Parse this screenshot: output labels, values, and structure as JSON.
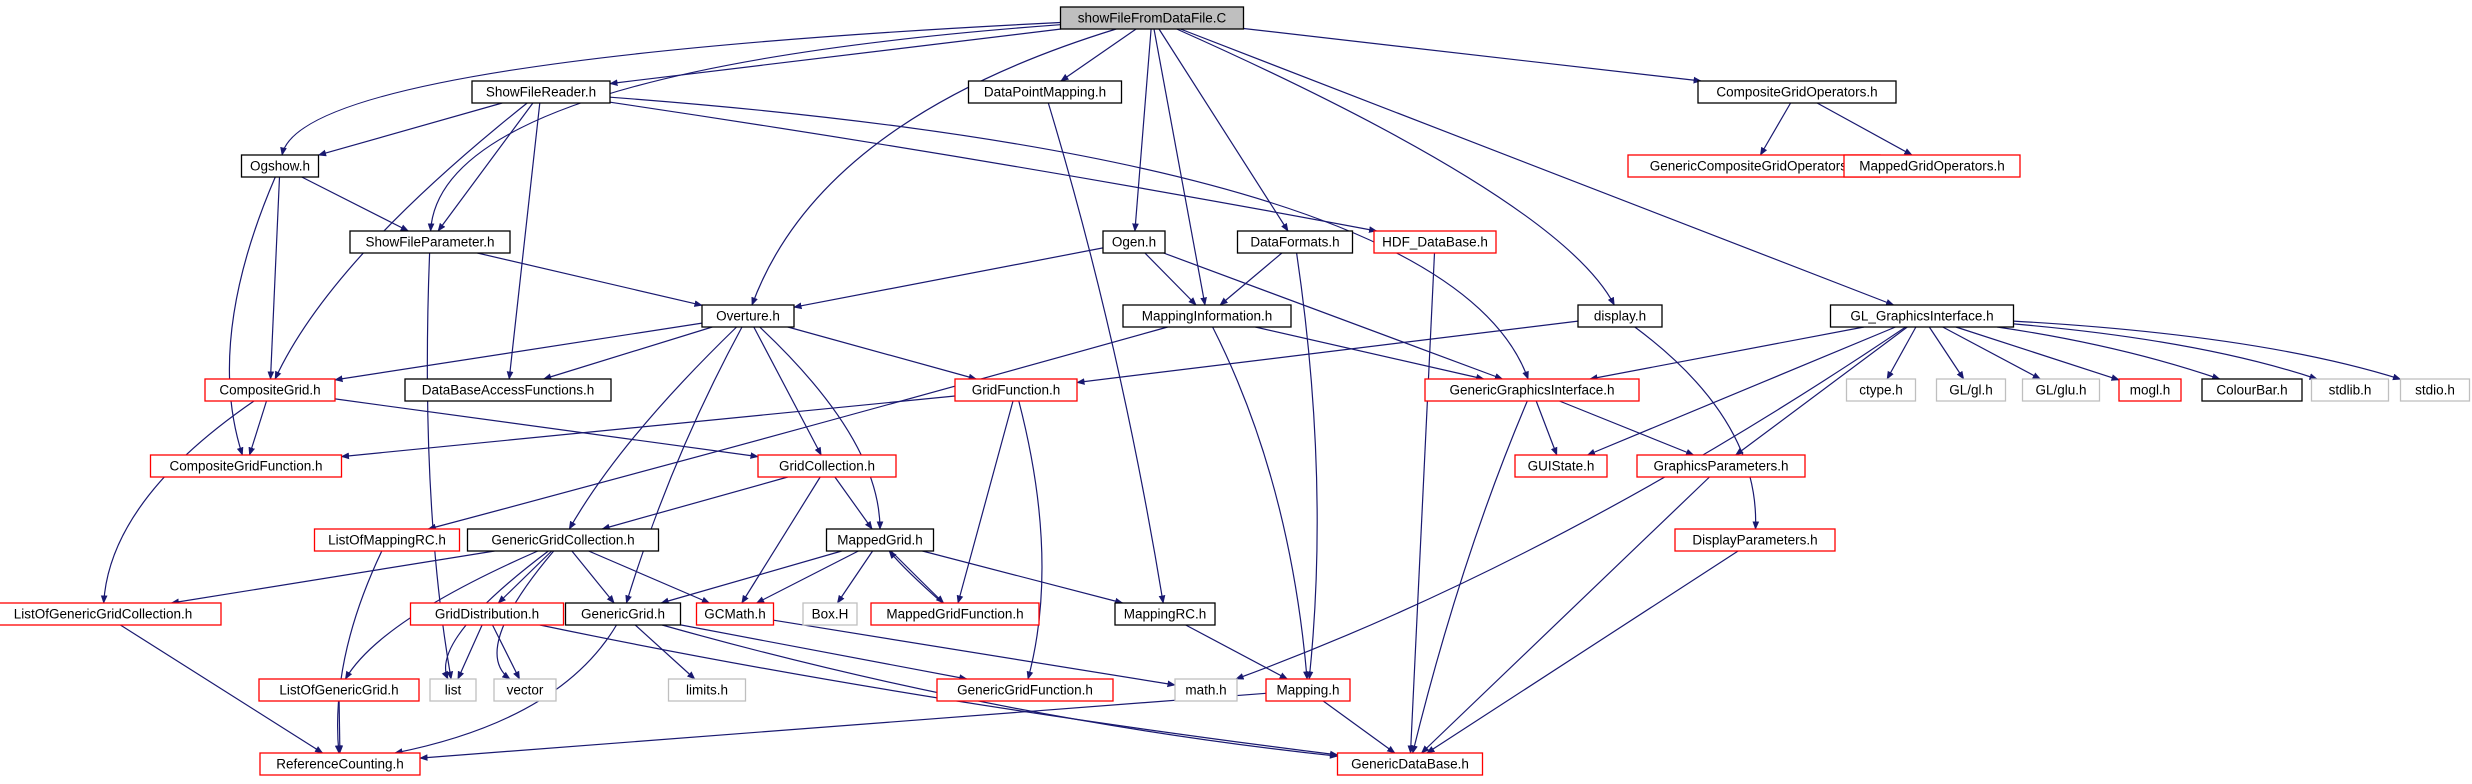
{
  "colors": {
    "edge": "#191970",
    "border_default": "#000000",
    "border_incomplete": "#ff0000",
    "border_external": "#bfbfbf",
    "root_fill": "#bfbfbf",
    "node_fill": "#ffffff"
  },
  "nodes": [
    {
      "id": "root",
      "label": "showFileFromDataFile.C",
      "kind": "root"
    },
    {
      "id": "ShowFileReader",
      "label": "ShowFileReader.h",
      "kind": "default"
    },
    {
      "id": "DataPointMapping",
      "label": "DataPointMapping.h",
      "kind": "default"
    },
    {
      "id": "CompositeGridOperators",
      "label": "CompositeGridOperators.h",
      "kind": "default"
    },
    {
      "id": "GenericCompositeGridOperators",
      "label": "GenericCompositeGridOperators.h",
      "kind": "incomplete"
    },
    {
      "id": "MappedGridOperators",
      "label": "MappedGridOperators.h",
      "kind": "incomplete"
    },
    {
      "id": "Ogshow",
      "label": "Ogshow.h",
      "kind": "default"
    },
    {
      "id": "ShowFileParameter",
      "label": "ShowFileParameter.h",
      "kind": "default"
    },
    {
      "id": "Ogen",
      "label": "Ogen.h",
      "kind": "default"
    },
    {
      "id": "DataFormats",
      "label": "DataFormats.h",
      "kind": "default"
    },
    {
      "id": "HDF_DataBase",
      "label": "HDF_DataBase.h",
      "kind": "incomplete"
    },
    {
      "id": "Overture",
      "label": "Overture.h",
      "kind": "default"
    },
    {
      "id": "MappingInformation",
      "label": "MappingInformation.h",
      "kind": "default"
    },
    {
      "id": "display",
      "label": "display.h",
      "kind": "default"
    },
    {
      "id": "GL_GraphicsInterface",
      "label": "GL_GraphicsInterface.h",
      "kind": "default"
    },
    {
      "id": "CompositeGrid",
      "label": "CompositeGrid.h",
      "kind": "incomplete"
    },
    {
      "id": "DataBaseAccessFunctions",
      "label": "DataBaseAccessFunctions.h",
      "kind": "default"
    },
    {
      "id": "GridFunction",
      "label": "GridFunction.h",
      "kind": "incomplete"
    },
    {
      "id": "GenericGraphicsInterface",
      "label": "GenericGraphicsInterface.h",
      "kind": "incomplete"
    },
    {
      "id": "ctype",
      "label": "ctype.h",
      "kind": "external"
    },
    {
      "id": "GL_gl",
      "label": "GL/gl.h",
      "kind": "external"
    },
    {
      "id": "GL_glu",
      "label": "GL/glu.h",
      "kind": "external"
    },
    {
      "id": "mogl",
      "label": "mogl.h",
      "kind": "incomplete"
    },
    {
      "id": "ColourBar",
      "label": "ColourBar.h",
      "kind": "default"
    },
    {
      "id": "stdlib",
      "label": "stdlib.h",
      "kind": "external"
    },
    {
      "id": "stdio",
      "label": "stdio.h",
      "kind": "external"
    },
    {
      "id": "CompositeGridFunction",
      "label": "CompositeGridFunction.h",
      "kind": "incomplete"
    },
    {
      "id": "GridCollection",
      "label": "GridCollection.h",
      "kind": "incomplete"
    },
    {
      "id": "GUIState",
      "label": "GUIState.h",
      "kind": "incomplete"
    },
    {
      "id": "GraphicsParameters",
      "label": "GraphicsParameters.h",
      "kind": "incomplete"
    },
    {
      "id": "ListOfMappingRC",
      "label": "ListOfMappingRC.h",
      "kind": "incomplete"
    },
    {
      "id": "GenericGridCollection",
      "label": "GenericGridCollection.h",
      "kind": "default"
    },
    {
      "id": "MappedGrid",
      "label": "MappedGrid.h",
      "kind": "default"
    },
    {
      "id": "DisplayParameters",
      "label": "DisplayParameters.h",
      "kind": "incomplete"
    },
    {
      "id": "ListOfGenericGridCollection",
      "label": "ListOfGenericGridCollection.h",
      "kind": "incomplete"
    },
    {
      "id": "GridDistribution",
      "label": "GridDistribution.h",
      "kind": "incomplete"
    },
    {
      "id": "GenericGrid",
      "label": "GenericGrid.h",
      "kind": "default"
    },
    {
      "id": "GCMath",
      "label": "GCMath.h",
      "kind": "incomplete"
    },
    {
      "id": "BoxH",
      "label": "Box.H",
      "kind": "external"
    },
    {
      "id": "MappedGridFunction",
      "label": "MappedGridFunction.h",
      "kind": "incomplete"
    },
    {
      "id": "MappingRC",
      "label": "MappingRC.h",
      "kind": "default"
    },
    {
      "id": "ListOfGenericGrid",
      "label": "ListOfGenericGrid.h",
      "kind": "incomplete"
    },
    {
      "id": "list",
      "label": "list",
      "kind": "external"
    },
    {
      "id": "vector",
      "label": "vector",
      "kind": "external"
    },
    {
      "id": "limits",
      "label": "limits.h",
      "kind": "external"
    },
    {
      "id": "GenericGridFunction",
      "label": "GenericGridFunction.h",
      "kind": "incomplete"
    },
    {
      "id": "mathh",
      "label": "math.h",
      "kind": "external"
    },
    {
      "id": "Mapping",
      "label": "Mapping.h",
      "kind": "incomplete"
    },
    {
      "id": "ReferenceCounting",
      "label": "ReferenceCounting.h",
      "kind": "incomplete"
    },
    {
      "id": "GenericDataBase",
      "label": "GenericDataBase.h",
      "kind": "incomplete"
    }
  ],
  "edges": [
    [
      "root",
      "Ogshow"
    ],
    [
      "root",
      "ShowFileParameter"
    ],
    [
      "root",
      "ShowFileReader"
    ],
    [
      "root",
      "Overture"
    ],
    [
      "root",
      "DataPointMapping"
    ],
    [
      "root",
      "Ogen"
    ],
    [
      "root",
      "MappingInformation"
    ],
    [
      "root",
      "DataFormats"
    ],
    [
      "root",
      "display"
    ],
    [
      "root",
      "GL_GraphicsInterface"
    ],
    [
      "root",
      "CompositeGridOperators"
    ],
    [
      "CompositeGridOperators",
      "GenericCompositeGridOperators"
    ],
    [
      "CompositeGridOperators",
      "MappedGridOperators"
    ],
    [
      "ShowFileReader",
      "Ogshow"
    ],
    [
      "ShowFileReader",
      "ShowFileParameter"
    ],
    [
      "ShowFileReader",
      "CompositeGrid"
    ],
    [
      "ShowFileReader",
      "DataBaseAccessFunctions"
    ],
    [
      "ShowFileReader",
      "HDF_DataBase"
    ],
    [
      "ShowFileReader",
      "GenericGraphicsInterface"
    ],
    [
      "Ogshow",
      "ShowFileParameter"
    ],
    [
      "Ogshow",
      "CompositeGrid"
    ],
    [
      "Ogshow",
      "CompositeGridFunction"
    ],
    [
      "ShowFileParameter",
      "Overture"
    ],
    [
      "ShowFileParameter",
      "list"
    ],
    [
      "DataPointMapping",
      "MappingRC"
    ],
    [
      "Ogen",
      "Overture"
    ],
    [
      "Ogen",
      "MappingInformation"
    ],
    [
      "Ogen",
      "GenericGraphicsInterface"
    ],
    [
      "DataFormats",
      "MappingInformation"
    ],
    [
      "DataFormats",
      "Mapping"
    ],
    [
      "HDF_DataBase",
      "GenericDataBase"
    ],
    [
      "Overture",
      "CompositeGrid"
    ],
    [
      "Overture",
      "DataBaseAccessFunctions"
    ],
    [
      "Overture",
      "GridFunction"
    ],
    [
      "Overture",
      "GridCollection"
    ],
    [
      "Overture",
      "GenericGridCollection"
    ],
    [
      "Overture",
      "MappedGrid"
    ],
    [
      "Overture",
      "GenericGrid"
    ],
    [
      "MappingInformation",
      "GenericGraphicsInterface"
    ],
    [
      "MappingInformation",
      "ListOfMappingRC"
    ],
    [
      "MappingInformation",
      "Mapping"
    ],
    [
      "display",
      "GridFunction"
    ],
    [
      "display",
      "DisplayParameters"
    ],
    [
      "GL_GraphicsInterface",
      "GenericGraphicsInterface"
    ],
    [
      "GL_GraphicsInterface",
      "GUIState"
    ],
    [
      "GL_GraphicsInterface",
      "GraphicsParameters"
    ],
    [
      "GL_GraphicsInterface",
      "ctype"
    ],
    [
      "GL_GraphicsInterface",
      "GL_gl"
    ],
    [
      "GL_GraphicsInterface",
      "GL_glu"
    ],
    [
      "GL_GraphicsInterface",
      "mogl"
    ],
    [
      "GL_GraphicsInterface",
      "ColourBar"
    ],
    [
      "GL_GraphicsInterface",
      "stdlib"
    ],
    [
      "GL_GraphicsInterface",
      "stdio"
    ],
    [
      "GL_GraphicsInterface",
      "mathh"
    ],
    [
      "CompositeGrid",
      "CompositeGridFunction"
    ],
    [
      "CompositeGrid",
      "GridCollection"
    ],
    [
      "CompositeGrid",
      "ListOfGenericGridCollection"
    ],
    [
      "GridFunction",
      "CompositeGridFunction"
    ],
    [
      "GridFunction",
      "MappedGridFunction"
    ],
    [
      "GridFunction",
      "GenericGridFunction"
    ],
    [
      "GenericGraphicsInterface",
      "GUIState"
    ],
    [
      "GenericGraphicsInterface",
      "GraphicsParameters"
    ],
    [
      "GenericGraphicsInterface",
      "GenericDataBase"
    ],
    [
      "GridCollection",
      "GenericGridCollection"
    ],
    [
      "GridCollection",
      "MappedGrid"
    ],
    [
      "GridCollection",
      "GCMath"
    ],
    [
      "GraphicsParameters",
      "GenericDataBase"
    ],
    [
      "DisplayParameters",
      "GenericDataBase"
    ],
    [
      "ListOfMappingRC",
      "ReferenceCounting"
    ],
    [
      "GenericGridCollection",
      "ListOfGenericGridCollection"
    ],
    [
      "GenericGridCollection",
      "ListOfGenericGrid"
    ],
    [
      "GenericGridCollection",
      "GridDistribution"
    ],
    [
      "GenericGridCollection",
      "GenericGrid"
    ],
    [
      "GenericGridCollection",
      "GCMath"
    ],
    [
      "GenericGridCollection",
      "list"
    ],
    [
      "GenericGridCollection",
      "vector"
    ],
    [
      "MappedGrid",
      "GenericGrid"
    ],
    [
      "MappedGrid",
      "GCMath"
    ],
    [
      "MappedGrid",
      "BoxH"
    ],
    [
      "MappedGrid",
      "MappedGridFunction"
    ],
    [
      "MappedGrid",
      "MappingRC"
    ],
    [
      "MappedGridFunction",
      "MappedGrid"
    ],
    [
      "ListOfGenericGridCollection",
      "ReferenceCounting"
    ],
    [
      "GridDistribution",
      "list"
    ],
    [
      "GridDistribution",
      "vector"
    ],
    [
      "GridDistribution",
      "GenericDataBase"
    ],
    [
      "GenericGrid",
      "limits"
    ],
    [
      "GenericGrid",
      "GenericGridFunction"
    ],
    [
      "GenericGrid",
      "ReferenceCounting"
    ],
    [
      "GenericGrid",
      "GenericDataBase"
    ],
    [
      "GCMath",
      "mathh"
    ],
    [
      "MappingRC",
      "Mapping"
    ],
    [
      "ListOfGenericGrid",
      "ReferenceCounting"
    ],
    [
      "Mapping",
      "ReferenceCounting"
    ],
    [
      "Mapping",
      "GenericDataBase"
    ]
  ]
}
